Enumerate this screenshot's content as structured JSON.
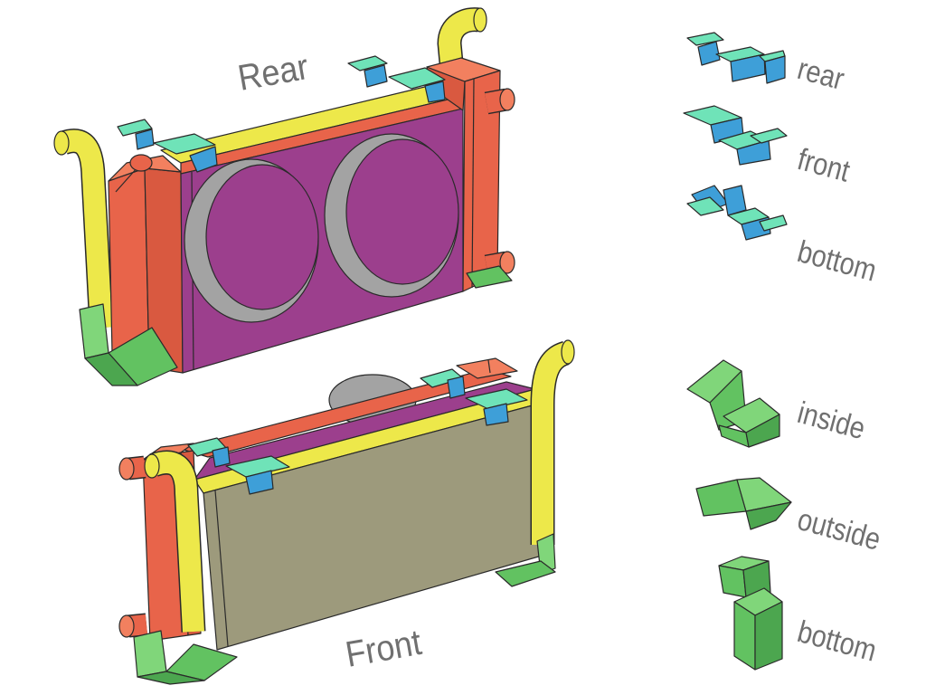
{
  "views": {
    "rear": "Rear",
    "front": "Front"
  },
  "legend": {
    "top_brackets": [
      "rear",
      "front",
      "bottom"
    ],
    "corner_brackets": [
      "inside",
      "outside",
      "bottom"
    ]
  },
  "colors": {
    "core": "#9C3F8D",
    "tank": "#E8644A",
    "tank_side": "#D95940",
    "tank_top": "#F2805F",
    "hose": "#EDE84A",
    "shroud": "#A3A3A3",
    "front_face": "#9D9A7C",
    "bracket_top": "#6FE3B8",
    "bracket_side": "#3E9FD8",
    "bracket_corner": "#62C261",
    "bracket_corner_light": "#80D67A",
    "bracket_corner_dark": "#4CA64F",
    "edge": "#2A2A2A",
    "label_text": "#707070"
  }
}
